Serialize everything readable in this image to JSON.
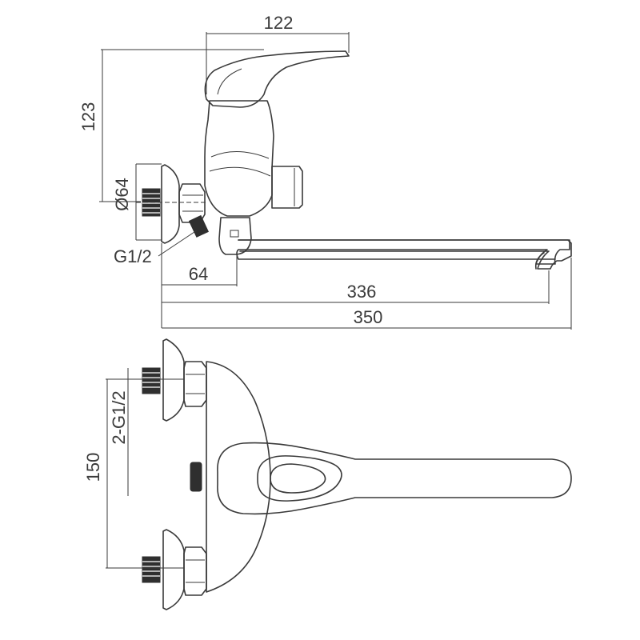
{
  "side_view": {
    "dimensions": {
      "width_total": "122",
      "height": "123",
      "diameter": "Ø64",
      "thread": "G1/2",
      "depth": "64",
      "spout_reach": "336",
      "overall_length": "350"
    }
  },
  "front_view": {
    "dimensions": {
      "center_distance": "150",
      "inlet_thread": "2-G1/2"
    }
  },
  "colors": {
    "line": "#3a3a3a",
    "fill_dark": "#2f2f2f",
    "background": "#ffffff"
  }
}
